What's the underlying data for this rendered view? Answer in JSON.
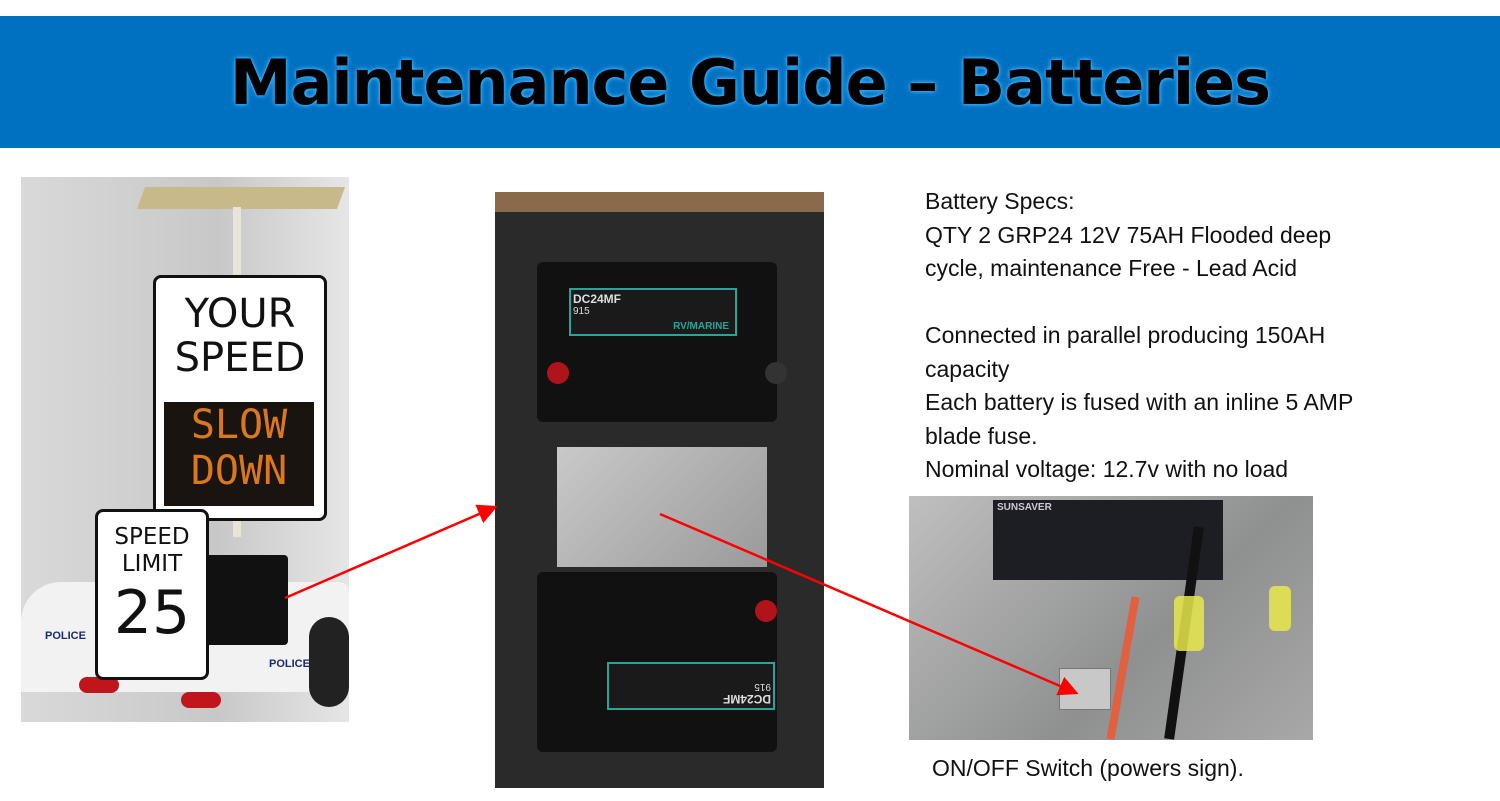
{
  "title": "Maintenance Guide – Batteries",
  "photo_trailer": {
    "sign_top_line1": "YOUR",
    "sign_top_line2": "SPEED",
    "led_line1": "SLOW",
    "led_line2": "DOWN",
    "speed_limit_line1": "SPEED",
    "speed_limit_line2": "LIMIT",
    "speed_limit_value": "25",
    "police_label": "POLICE"
  },
  "photo_battery_box": {
    "battery_model": "DC24MF",
    "battery_mca": "915",
    "battery_type": "RV/MARINE"
  },
  "photo_controller": {
    "brand": "SUNSAVER"
  },
  "specs": {
    "heading": "Battery Specs:",
    "line1": "QTY 2 GRP24 12V 75AH Flooded deep",
    "line2": "cycle, maintenance Free - Lead Acid",
    "line3": "Connected in parallel producing 150AH",
    "line4": "capacity",
    "line5": "Each battery is fused with an inline 5 AMP",
    "line6": "blade fuse.",
    "line7": "Nominal voltage: 12.7v with no load"
  },
  "switch_caption": "ON/OFF Switch (powers sign).",
  "colors": {
    "banner": "#0070c0",
    "arrow": "#ff0000"
  }
}
